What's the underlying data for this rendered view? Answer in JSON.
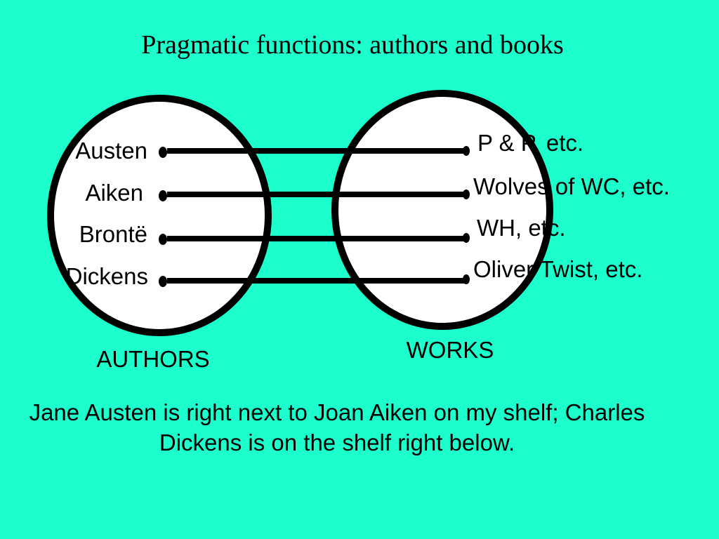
{
  "title": "Pragmatic functions: authors and books",
  "authors": {
    "label": "AUTHORS",
    "items": [
      "Austen",
      "Aiken",
      "Brontë",
      "Dickens"
    ]
  },
  "works": {
    "label": "WORKS",
    "items": [
      "P & P, etc.",
      "Wolves of WC, etc.",
      "WH, etc.",
      "Oliver Twist, etc."
    ]
  },
  "caption": "Jane Austen is right next to Joan Aiken on my shelf; Charles Dickens is on the shelf right below.",
  "colors": {
    "background": "#1cffcc",
    "circle_fill": "#ffffff",
    "stroke": "#000000"
  }
}
